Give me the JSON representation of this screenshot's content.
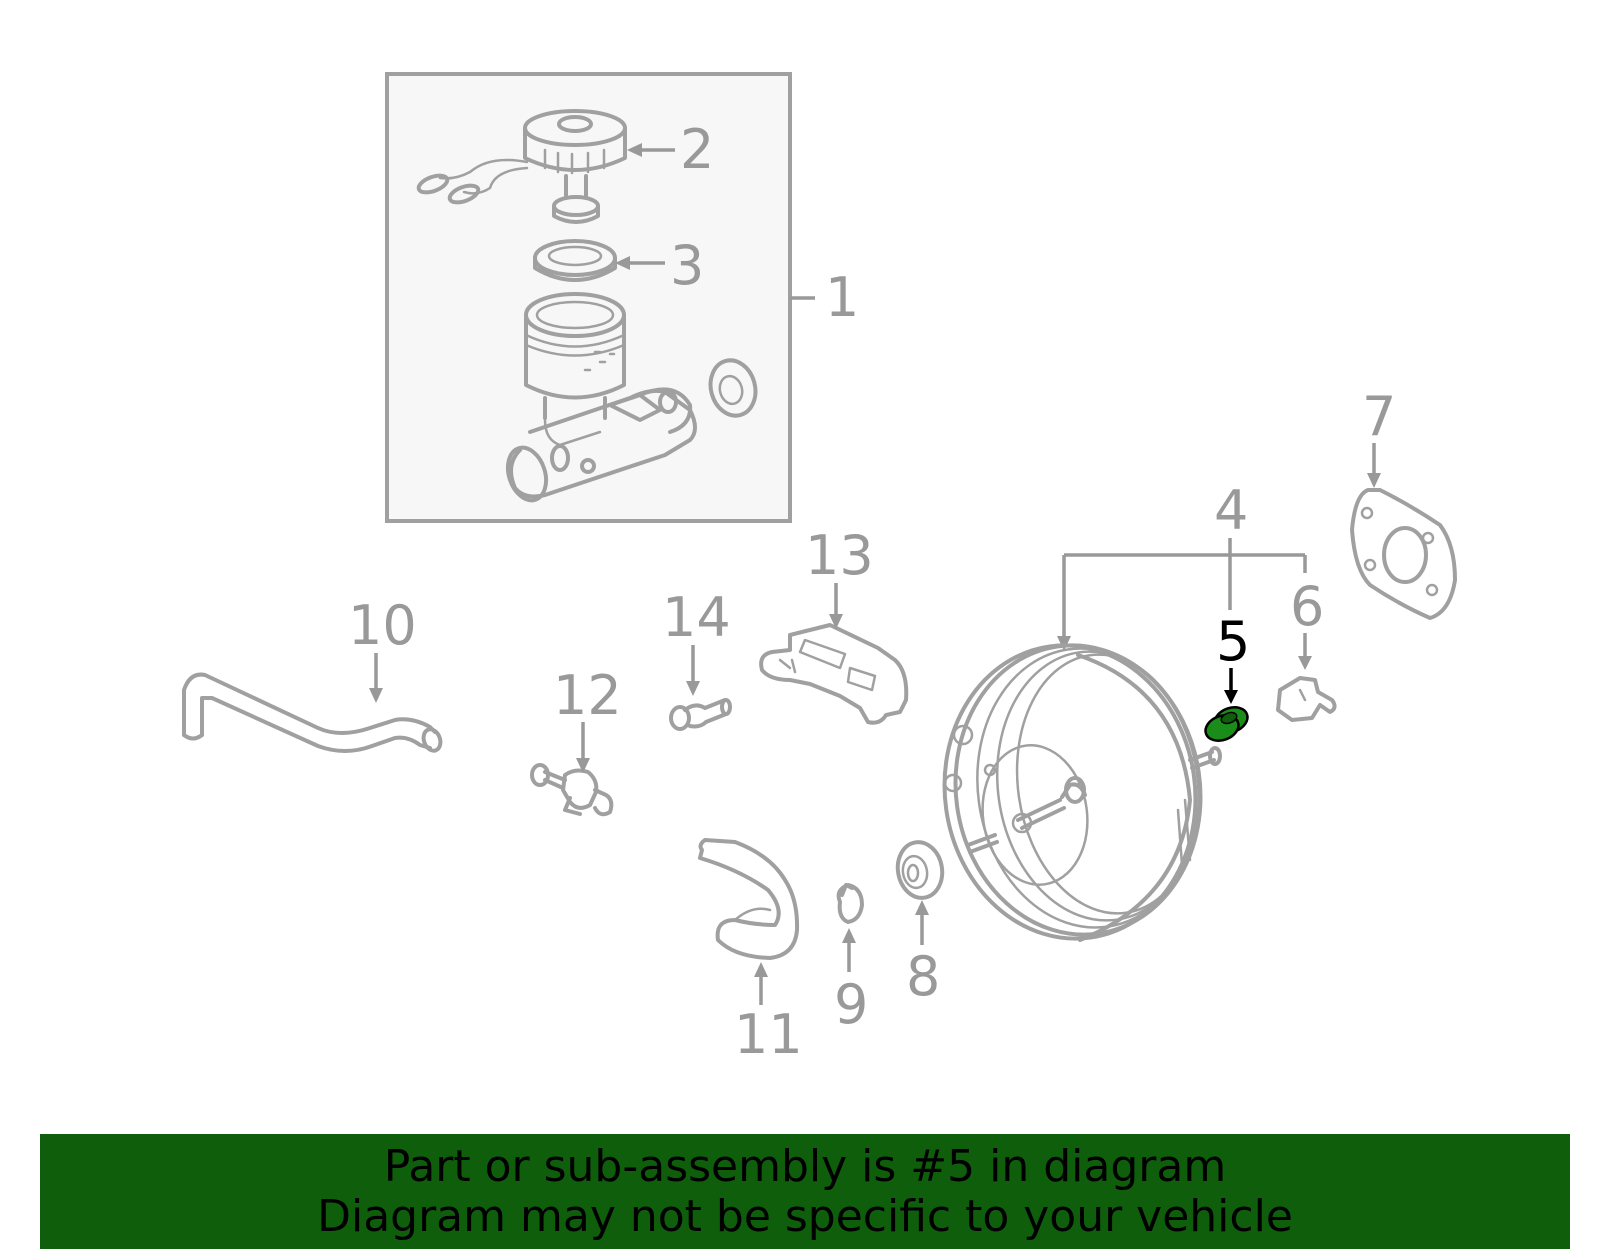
{
  "callouts": {
    "c1": "1",
    "c2": "2",
    "c3": "3",
    "c4": "4",
    "c5": "5",
    "c6": "6",
    "c7": "7",
    "c8": "8",
    "c9": "9",
    "c10": "10",
    "c11": "11",
    "c12": "12",
    "c13": "13",
    "c14": "14"
  },
  "highlight": {
    "part": "5",
    "color": "#1a8c1a"
  },
  "banner": {
    "line1": "Part or sub-assembly is #5 in diagram",
    "line2": "Diagram may not be specific to your vehicle",
    "background": "#0f5e0c"
  }
}
